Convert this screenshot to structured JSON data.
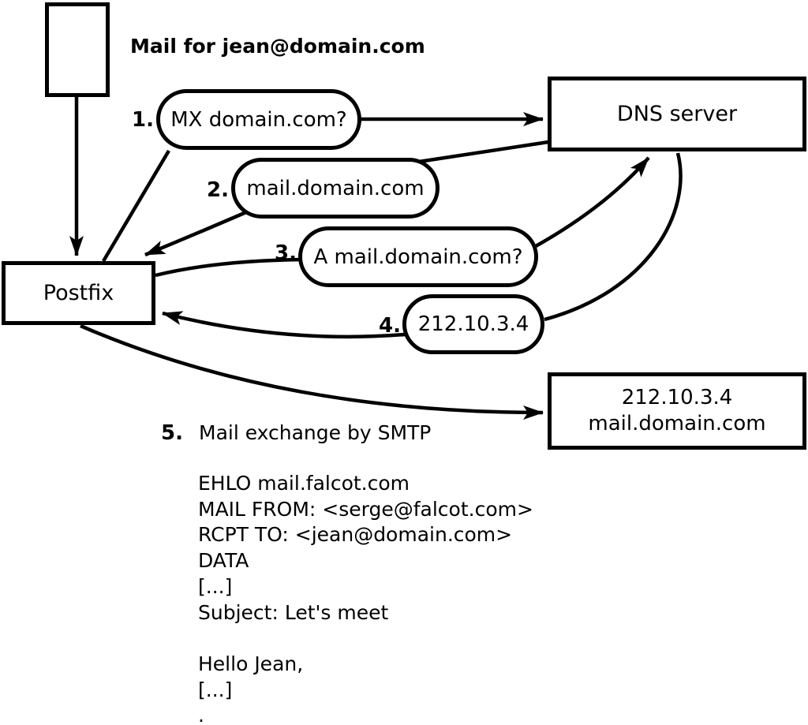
{
  "diagram": {
    "mail_label": "Mail for jean@domain.com",
    "nodes": {
      "envelope": "mail-envelope",
      "postfix": "Postfix",
      "dns": "DNS server",
      "target_line1": "212.10.3.4",
      "target_line2": "mail.domain.com"
    },
    "steps": [
      {
        "num": "1.",
        "label": "MX domain.com?"
      },
      {
        "num": "2.",
        "label": "mail.domain.com"
      },
      {
        "num": "3.",
        "label": "A mail.domain.com?"
      },
      {
        "num": "4.",
        "label": "212.10.3.4"
      },
      {
        "num": "5.",
        "label": "Mail exchange by SMTP"
      }
    ],
    "smtp_session": "EHLO mail.falcot.com\nMAIL FROM: <serge@falcot.com>\nRCPT TO: <jean@domain.com>\nDATA\n[...]\nSubject: Let's meet\n\nHello Jean,\n[...]\n.",
    "colors": {
      "stroke": "#000000",
      "background": "#ffffff"
    }
  }
}
